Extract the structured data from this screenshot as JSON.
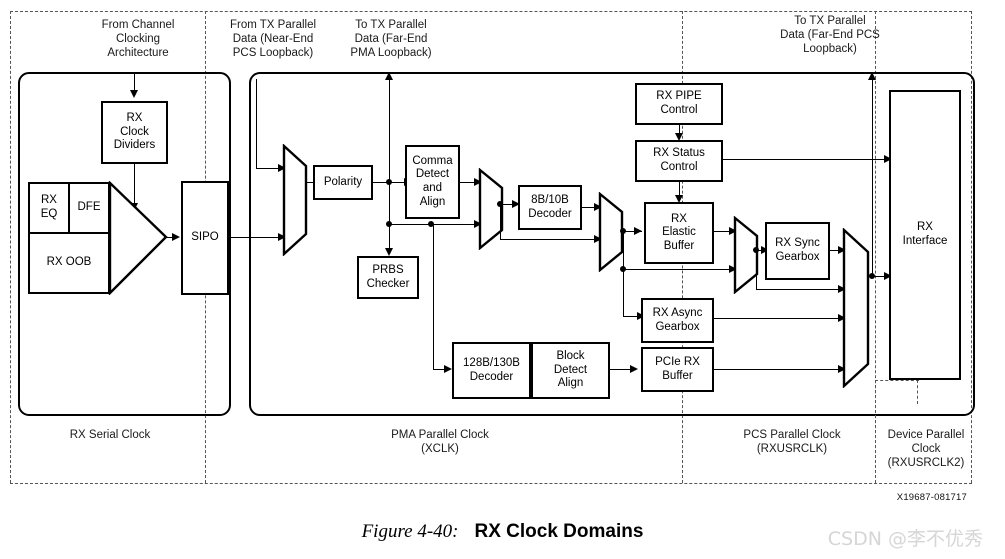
{
  "figure": {
    "number": "Figure 4-40:",
    "title": "RX Clock Domains",
    "id": "X19687-081717",
    "watermark": "CSDN @李不优秀"
  },
  "top_labels": [
    {
      "name": "from-channel-clocking-architecture",
      "text": "From Channel\nClocking\nArchitecture"
    },
    {
      "name": "from-tx-parallel-data-near-end-pcs-loopback",
      "text": "From TX Parallel\nData (Near-End\nPCS Loopback)"
    },
    {
      "name": "to-tx-parallel-data-far-end-pma-loopback",
      "text": "To TX Parallel\nData (Far-End\nPMA Loopback)"
    },
    {
      "name": "to-tx-parallel-data-far-end-pcs-loopback",
      "text": "To TX Parallel\nData (Far-End PCS\nLoopback)"
    }
  ],
  "clock_domains": [
    {
      "name": "rx-serial-clock",
      "text": "RX Serial Clock"
    },
    {
      "name": "pma-parallel-clock",
      "text": "PMA Parallel Clock\n(XCLK)"
    },
    {
      "name": "pcs-parallel-clock",
      "text": "PCS Parallel Clock\n(RXUSRCLK)"
    },
    {
      "name": "device-parallel-clock",
      "text": "Device Parallel\nClock\n(RXUSRCLK2)"
    }
  ],
  "blocks": {
    "rx_clock_dividers": "RX\nClock\nDividers",
    "rx_eq": "RX\nEQ",
    "dfe": "DFE",
    "rx_oob": "RX OOB",
    "sipo": "SIPO",
    "polarity": "Polarity",
    "comma_detect_and_align": "Comma\nDetect\nand\nAlign",
    "prbs_checker": "PRBS\nChecker",
    "decoder_8b10b": "8B/10B\nDecoder",
    "rx_pipe_control": "RX PIPE\nControl",
    "rx_status_control": "RX Status\nControl",
    "rx_elastic_buffer": "RX\nElastic\nBuffer",
    "rx_sync_gearbox": "RX Sync\nGearbox",
    "rx_async_gearbox": "RX Async\nGearbox",
    "pcie_rx_buffer": "PCIe RX\nBuffer",
    "decoder_128b130b": "128B/130B\nDecoder",
    "block_detect_align": "Block\nDetect\nAlign",
    "rx_interface": "RX\nInterface"
  },
  "colors": {
    "line": "#000000",
    "dashed": "#555555",
    "background": "#ffffff",
    "watermark": "#d6d6d6"
  }
}
